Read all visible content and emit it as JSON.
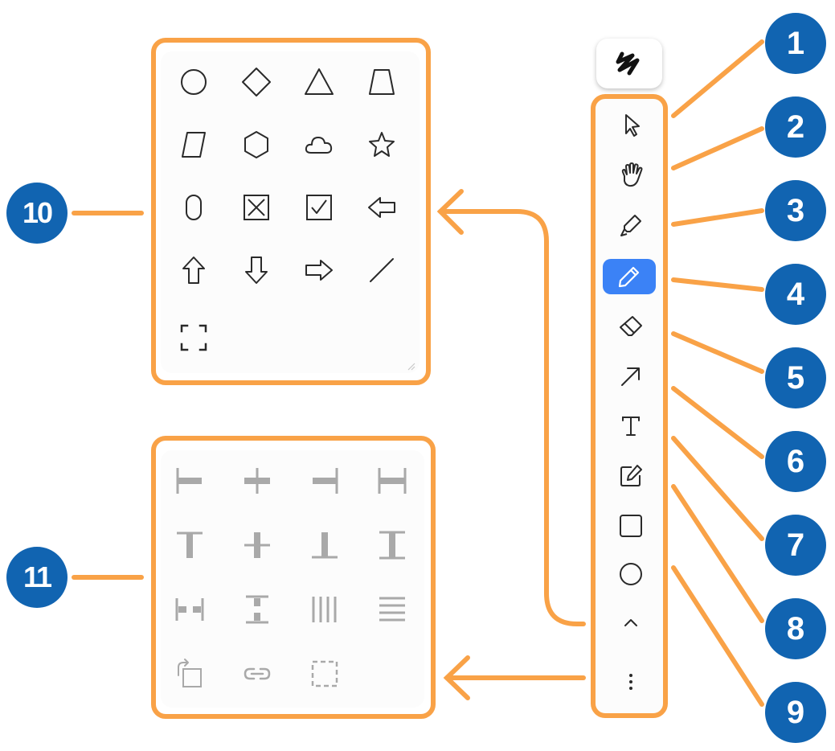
{
  "callouts": [
    "1",
    "2",
    "3",
    "4",
    "5",
    "6",
    "7",
    "8",
    "9",
    "10",
    "11"
  ],
  "colors": {
    "accent": "#f9a247",
    "badge": "#1164b1",
    "active": "#3b82f6",
    "icon": "#2a2a2a",
    "disabled": "#a9a9a9"
  },
  "toolbar": {
    "logo": "scribble-logo-icon",
    "tools": [
      "select-pointer-icon",
      "hand-pan-icon",
      "highlighter-icon",
      "pencil-icon",
      "eraser-icon",
      "arrow-icon",
      "text-icon",
      "note-icon",
      "rectangle-icon",
      "ellipse-icon",
      "chevron-up-icon",
      "more-vertical-icon"
    ],
    "active_tool": "pencil-icon"
  },
  "shapes_panel": [
    "circle-icon",
    "diamond-icon",
    "triangle-icon",
    "trapezoid-icon",
    "parallelogram-icon",
    "hexagon-icon",
    "cloud-icon",
    "star-icon",
    "oval-icon",
    "x-box-icon",
    "check-box-icon",
    "arrow-left-icon",
    "arrow-up-icon",
    "arrow-down-icon",
    "arrow-right-icon",
    "line-icon",
    "frame-icon"
  ],
  "layout_panel": [
    "align-left-icon",
    "align-center-horizontal-icon",
    "align-right-icon",
    "distribute-horizontal-icon",
    "align-top-icon",
    "align-center-vertical-icon",
    "align-bottom-icon",
    "distribute-vertical-icon",
    "stretch-horizontal-icon",
    "stretch-vertical-icon",
    "stack-horizontal-icon",
    "stack-vertical-icon",
    "rotate-icon",
    "link-icon",
    "group-icon"
  ]
}
